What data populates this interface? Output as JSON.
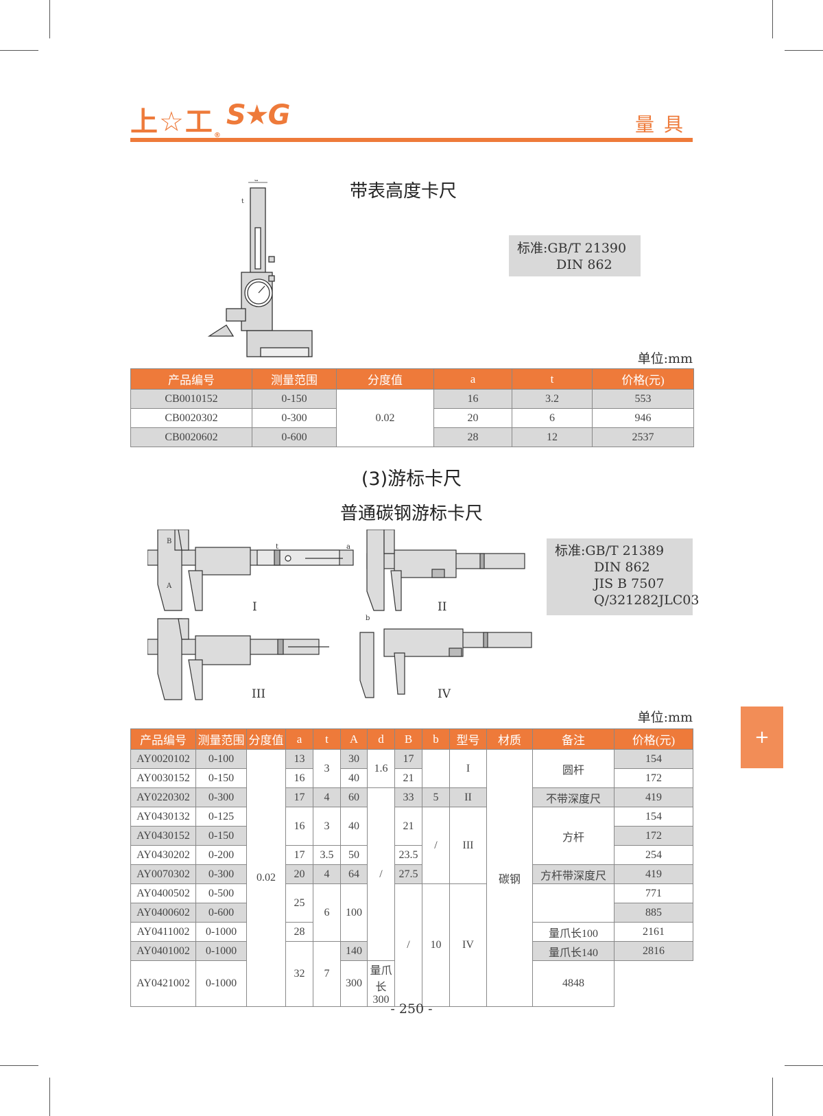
{
  "header": {
    "logo_cn": "上☆工",
    "logo_sg": "S★G",
    "section": "量具"
  },
  "product1": {
    "title": "带表高度卡尺",
    "standard_label": "标准:",
    "standards": [
      "GB/T 21390",
      "DIN 862"
    ],
    "unit": "单位:mm",
    "columns": [
      "产品编号",
      "测量范围",
      "分度值",
      "a",
      "t",
      "价格(元)"
    ],
    "division": "0.02",
    "rows": [
      {
        "code": "CB0010152",
        "range": "0-150",
        "a": "16",
        "t": "3.2",
        "price": "553"
      },
      {
        "code": "CB0020302",
        "range": "0-300",
        "a": "20",
        "t": "6",
        "price": "946"
      },
      {
        "code": "CB0020602",
        "range": "0-600",
        "a": "28",
        "t": "12",
        "price": "2537"
      }
    ],
    "diagram_labels": [
      "a",
      "t"
    ]
  },
  "section3": {
    "heading": "(3)游标卡尺",
    "title": "普通碳钢游标卡尺",
    "standard_label": "标准:",
    "standards": [
      "GB/T 21389",
      "DIN 862",
      "JIS B 7507",
      "Q/321282JLC03"
    ],
    "unit": "单位:mm",
    "diagram_types": [
      "I",
      "II",
      "III",
      "IV"
    ],
    "diagram_letters": [
      "A",
      "B",
      "a",
      "t",
      "b"
    ],
    "columns": [
      "产品编号",
      "测量范围",
      "分度值",
      "a",
      "t",
      "A",
      "d",
      "B",
      "b",
      "型号",
      "材质",
      "备注",
      "价格(元)"
    ],
    "division": "0.02",
    "material": "碳钢",
    "codes": [
      "AY0020102",
      "AY0030152",
      "AY0220302",
      "AY0430132",
      "AY0430152",
      "AY0430202",
      "AY0070302",
      "AY0400502",
      "AY0400602",
      "AY0411002",
      "AY0401002",
      "AY0421002"
    ],
    "ranges": [
      "0-100",
      "0-150",
      "0-300",
      "0-125",
      "0-150",
      "0-200",
      "0-300",
      "0-500",
      "0-600",
      "0-1000",
      "0-1000",
      "0-1000"
    ],
    "prices": [
      "154",
      "172",
      "419",
      "154",
      "172",
      "254",
      "419",
      "771",
      "885",
      "2161",
      "2816",
      "4848"
    ],
    "a": [
      "13",
      "16",
      "17",
      "16",
      "17",
      "20",
      "25",
      "28",
      "32"
    ],
    "t": [
      "3",
      "4",
      "3",
      "3.5",
      "4",
      "6",
      "7"
    ],
    "A": [
      "30",
      "40",
      "60",
      "40",
      "50",
      "64",
      "100",
      "140",
      "300"
    ],
    "d": [
      "1.6",
      "/"
    ],
    "B": [
      "17",
      "21",
      "33",
      "21",
      "23.5",
      "27.5",
      "/"
    ],
    "b": [
      "5",
      "/",
      "10"
    ],
    "type": [
      "I",
      "II",
      "III",
      "IV"
    ],
    "remarks": [
      "圆杆",
      "不带深度尺",
      "方杆",
      "方杆带深度尺",
      "量爪长100",
      "量爪长140",
      "量爪长300"
    ]
  },
  "page_number": "- 250 -",
  "side_tab": "+"
}
